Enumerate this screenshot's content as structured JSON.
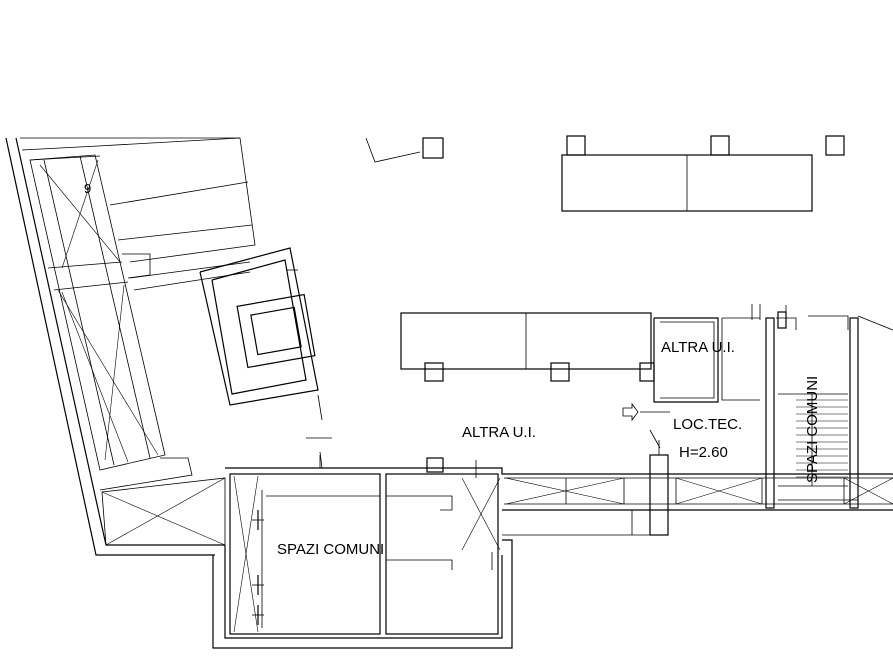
{
  "labels": {
    "room_number": "9",
    "altra_ui_top": "ALTRA U.I.",
    "altra_ui_center": "ALTRA U.I.",
    "loc_tec": "LOC.TEC.",
    "height": "H=2.60",
    "spazi_comuni_main": "SPAZI COMUNI",
    "spazi_comuni_stair": "SPAZI COMUNI"
  }
}
